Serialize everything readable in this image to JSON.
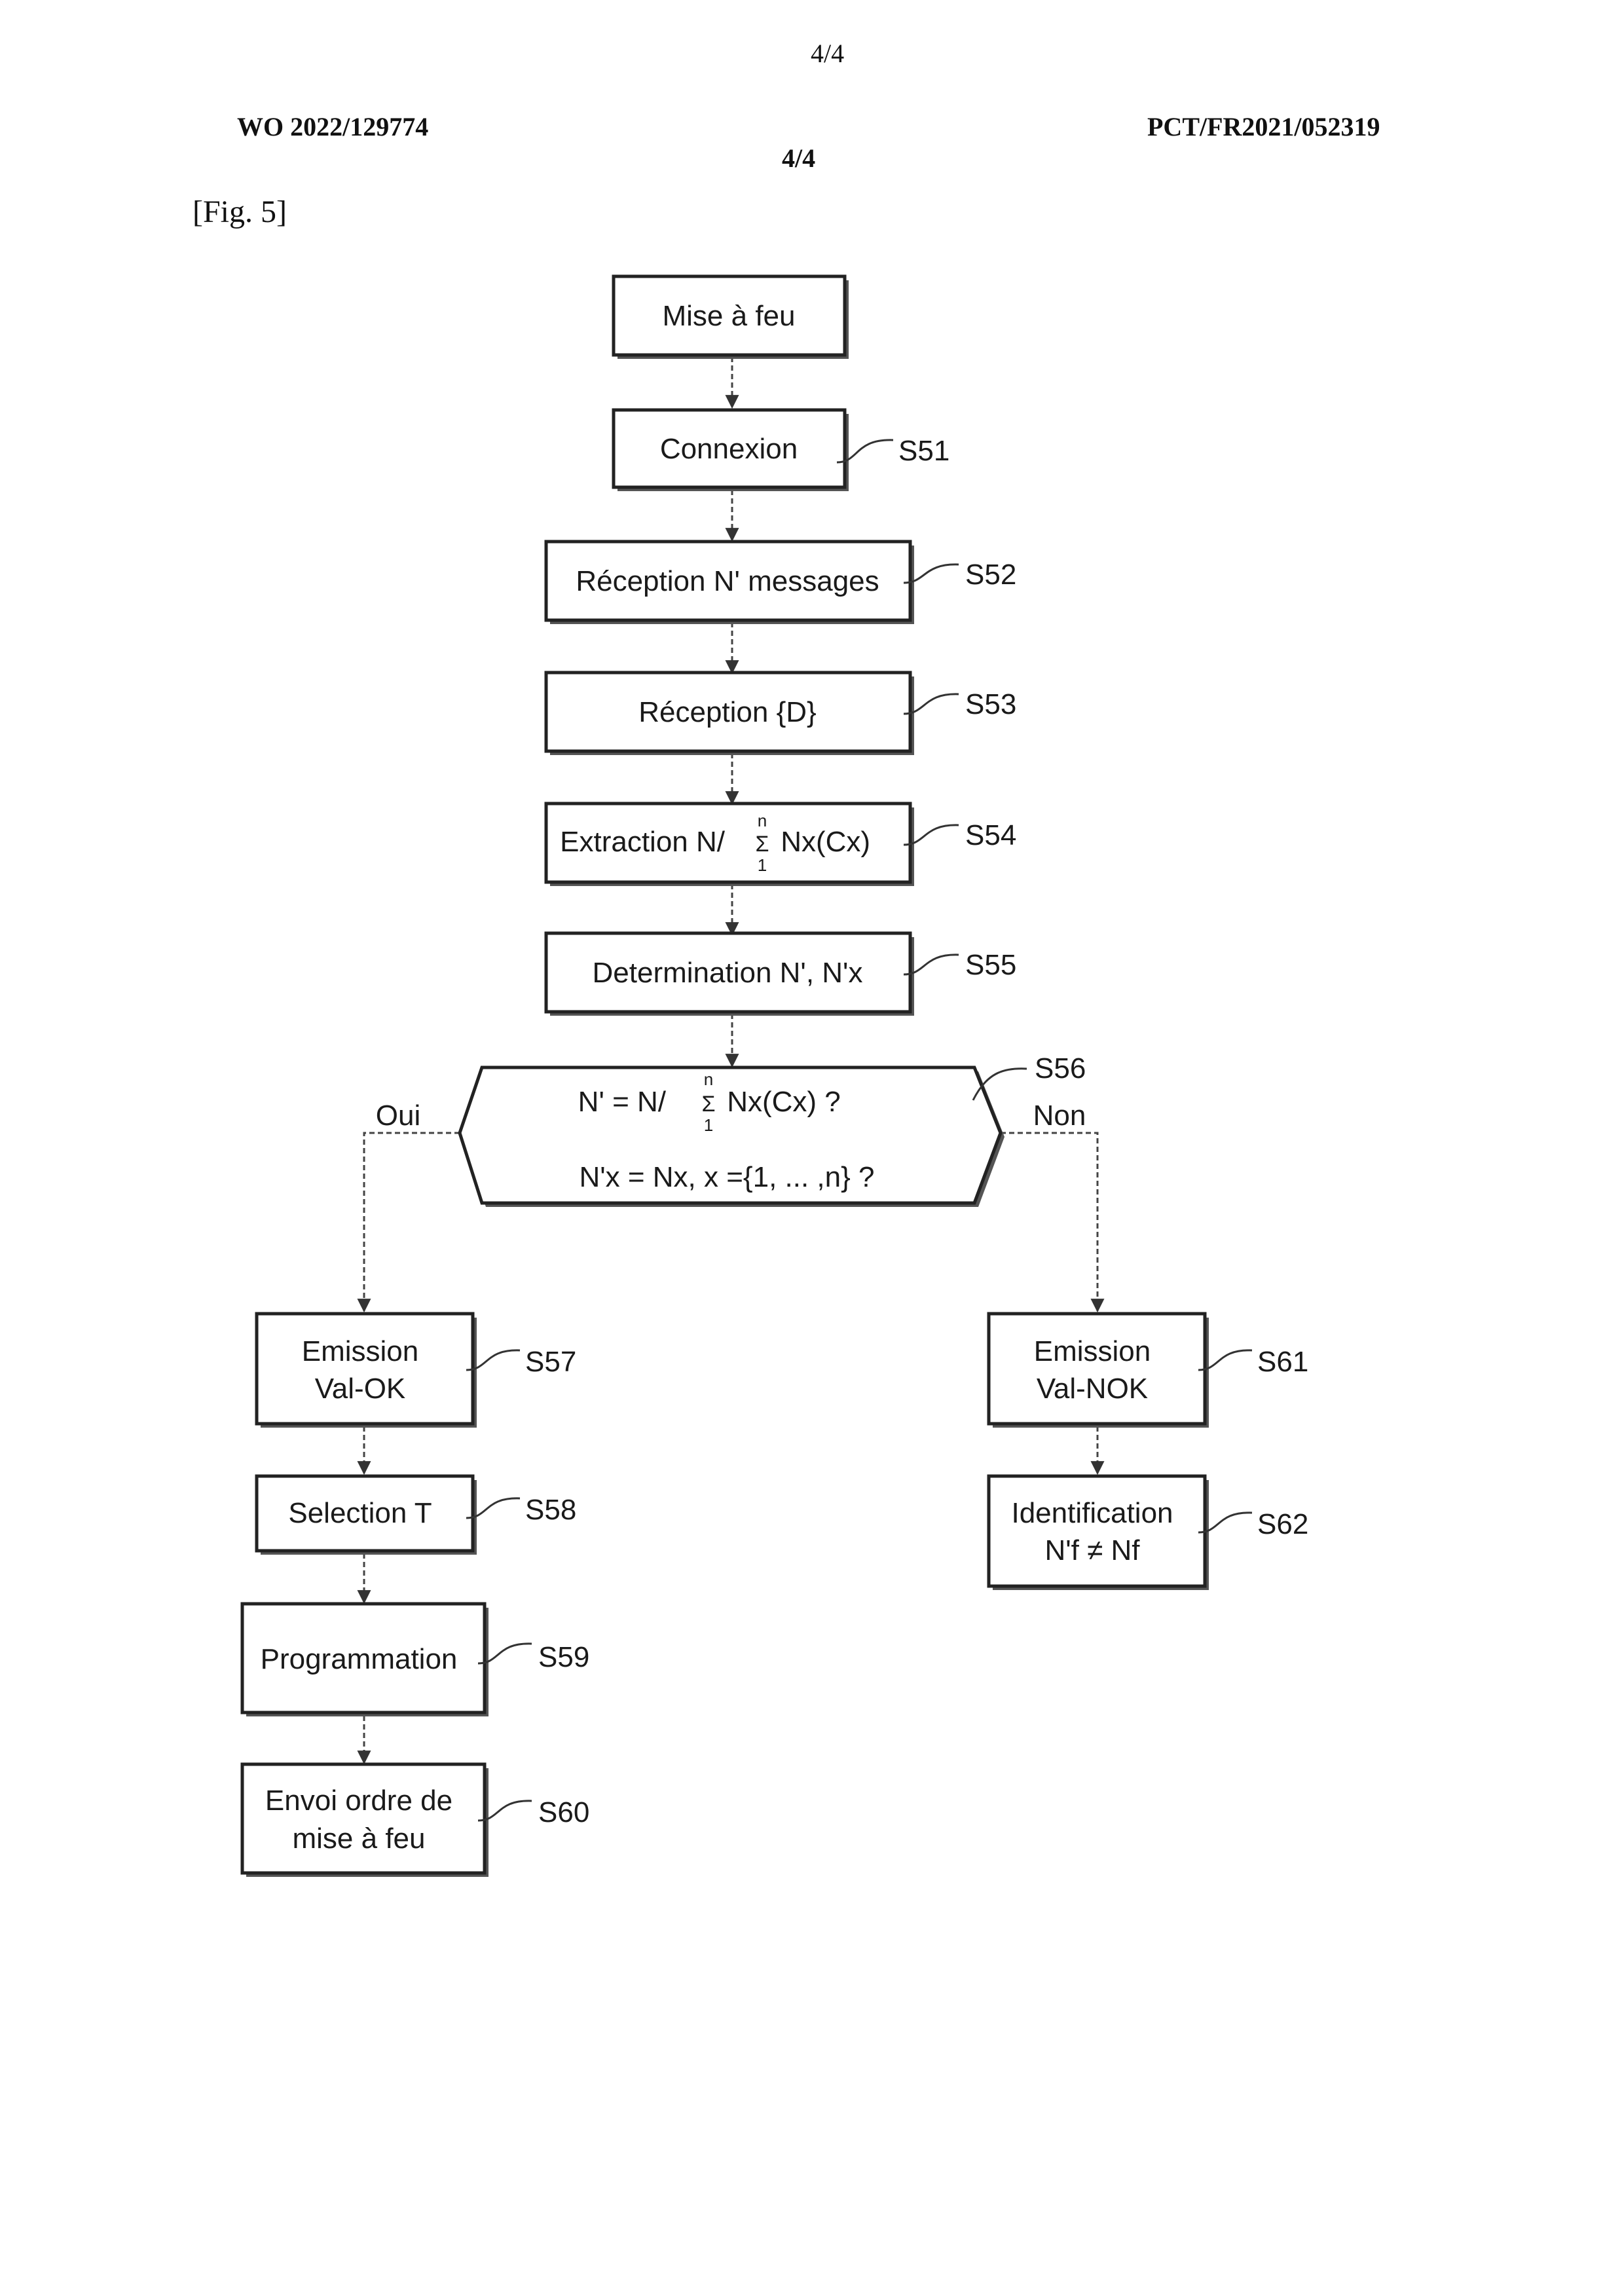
{
  "header": {
    "page_number": "4/4",
    "document_number": "WO 2022/129774",
    "application_number": "PCT/FR2021/052319",
    "sheet_number": "4/4",
    "figure_label": "[Fig. 5]"
  },
  "flowchart": {
    "start": {
      "label": "Mise à feu"
    },
    "steps": {
      "s51": {
        "label": "Connexion",
        "ref": "S51"
      },
      "s52": {
        "label": "Réception N' messages",
        "ref": "S52"
      },
      "s53": {
        "label": "Réception {D}",
        "ref": "S53"
      },
      "s54": {
        "label_pre": "Extraction N/",
        "sigma": "Σ",
        "sup": "n",
        "sub": "1",
        "label_post": " Nx(Cx)",
        "ref": "S54"
      },
      "s55": {
        "label": "Determination N', N'x",
        "ref": "S55"
      },
      "s56": {
        "line1_pre": "N' = N/",
        "sigma": "Σ",
        "sup": "n",
        "sub": "1",
        "line1_post": " Nx(Cx) ?",
        "line2": "N'x = Nx, x ={1, ... ,n} ?",
        "ref": "S56",
        "yes_label": "Oui",
        "no_label": "Non"
      },
      "s57": {
        "line1": "Emission",
        "line2": "Val-OK",
        "ref": "S57"
      },
      "s58": {
        "label": "Selection T",
        "ref": "S58"
      },
      "s59": {
        "label": "Programmation",
        "ref": "S59"
      },
      "s60": {
        "line1": "Envoi ordre de",
        "line2": "mise à feu",
        "ref": "S60"
      },
      "s61": {
        "line1": "Emission",
        "line2": "Val-NOK",
        "ref": "S61"
      },
      "s62": {
        "line1": "Identification",
        "line2": "N'f ≠ Nf",
        "ref": "S62"
      }
    }
  }
}
